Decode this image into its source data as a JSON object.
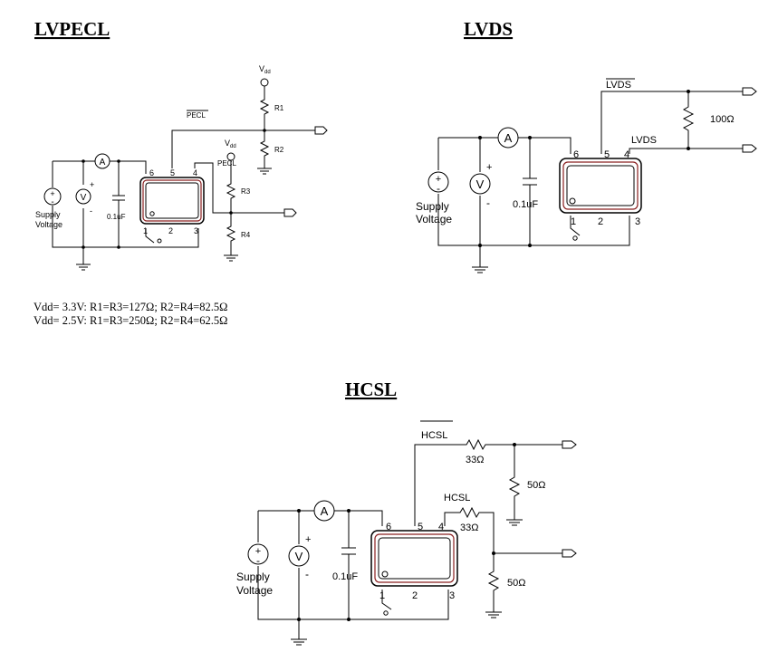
{
  "titles": {
    "lvpecl": "LVPECL",
    "lvds": "LVDS",
    "hcsl": "HCSL"
  },
  "common": {
    "supply_line1": "Supply",
    "supply_line2": "Voltage",
    "cap": "0.1uF",
    "ammeter": "A",
    "voltmeter": "V",
    "plus": "+",
    "minus": "-",
    "pin1": "1",
    "pin2": "2",
    "pin3": "3",
    "pin4": "4",
    "pin5": "5",
    "pin6": "6"
  },
  "lvpecl": {
    "vdd": "V",
    "vdd_sub": "dd",
    "pecl": "PECL",
    "pecl_bar": "PECL",
    "r1": "R1",
    "r2": "R2",
    "r3": "R3",
    "r4": "R4",
    "note1": "Vdd= 3.3V: R1=R3=127Ω; R2=R4=82.5Ω",
    "note2": "Vdd= 2.5V: R1=R3=250Ω; R2=R4=62.5Ω"
  },
  "lvds": {
    "lvds": "LVDS",
    "lvds_bar": "LVDS",
    "r_term": "100Ω"
  },
  "hcsl": {
    "hcsl": "HCSL",
    "hcsl_bar": "HCSL",
    "r_series": "33Ω",
    "r_load": "50Ω"
  }
}
